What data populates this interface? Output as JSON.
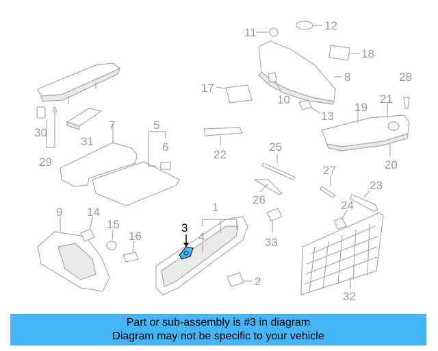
{
  "diagram": {
    "callouts": [
      "1",
      "2",
      "3",
      "4",
      "5",
      "6",
      "7",
      "8",
      "9",
      "10",
      "11",
      "12",
      "13",
      "14",
      "15",
      "16",
      "17",
      "18",
      "19",
      "20",
      "21",
      "22",
      "23",
      "24",
      "25",
      "26",
      "27",
      "28",
      "29",
      "30",
      "31",
      "32",
      "33"
    ],
    "highlighted_callout": "3",
    "colors": {
      "highlight_part": "#45b5f5",
      "line_art": "#a8a8a8",
      "callout_text": "#9a9a9a",
      "banner_bg": "#45b5f5"
    }
  },
  "banner": {
    "line1": "Part or sub-assembly is #3 in diagram",
    "line2": "Diagram may not be specific to your vehicle"
  }
}
